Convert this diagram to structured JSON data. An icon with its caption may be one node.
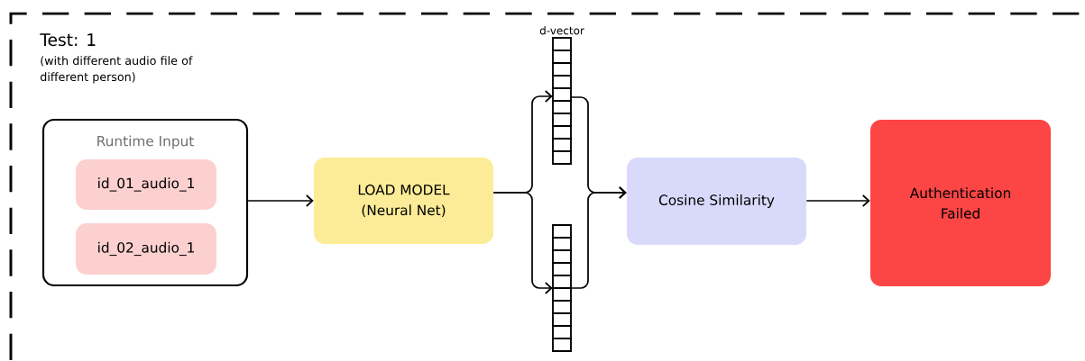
{
  "diagram": {
    "nodes": [
      {
        "text": [
          "Test: 1",
          "(with different audio file of different person)"
        ]
      },
      {
        "text": [
          "Runtime Input"
        ],
        "in": 0
      },
      {
        "text": [
          "id_01_audio_1"
        ],
        "in": 1
      },
      {
        "text": [
          "id_02_audio_1"
        ],
        "in": 1
      },
      {
        "text": [
          "LOAD MODEL (Neural Net)"
        ],
        "in": 0
      },
      {
        "text": [],
        "shape": "bar",
        "beside": [
          "d-vector"
        ],
        "in": 0
      },
      {
        "text": [],
        "shape": "bar",
        "in": 0
      },
      {
        "text": [
          "Cosine Similarity"
        ],
        "in": 0
      },
      {
        "text": [
          "Authentication Failed"
        ],
        "in": 0
      }
    ],
    "edges": [
      {
        "from": 1,
        "to": 4,
        "arrow": "to"
      },
      {
        "from": 4,
        "to": 5,
        "arrow": "to"
      },
      {
        "from": 4,
        "to": 6,
        "arrow": "to"
      },
      {
        "from": 5,
        "to": 7,
        "arrow": "to"
      },
      {
        "from": 6,
        "to": 7,
        "arrow": "to"
      },
      {
        "from": 7,
        "to": 8,
        "arrow": "to"
      }
    ]
  }
}
